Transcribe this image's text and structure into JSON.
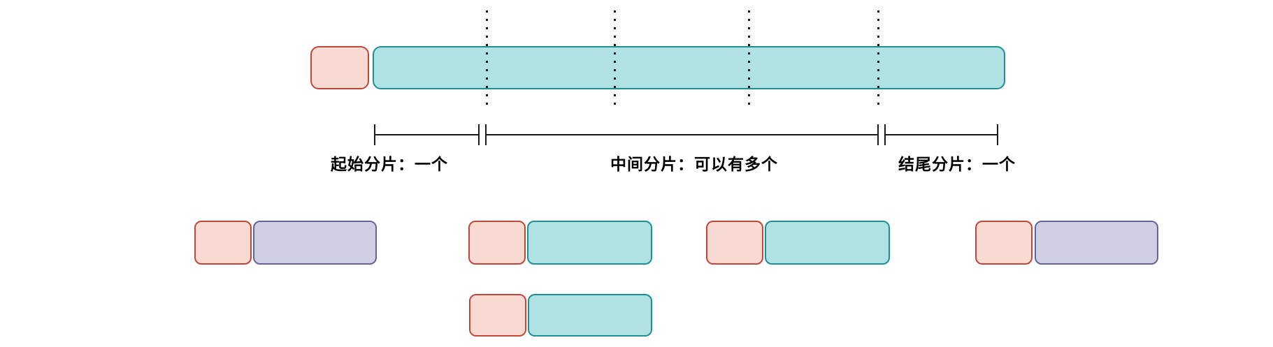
{
  "diagram": {
    "name": "packet-fragmentation-diagram",
    "sections": [
      {
        "id": "start-fragment",
        "label": "起始分片：一个"
      },
      {
        "id": "middle-fragment",
        "label": "中间分片：可以有多个"
      },
      {
        "id": "end-fragment",
        "label": "结尾分片：一个"
      }
    ],
    "original_packet": {
      "parts": [
        "header",
        "payload"
      ],
      "divider_count": 4
    },
    "fragment_pairs": [
      {
        "row": 1,
        "position": "first",
        "parts": [
          "header",
          "payload"
        ],
        "payload_style": "purple"
      },
      {
        "row": 1,
        "position": "middle",
        "parts": [
          "header",
          "payload"
        ],
        "payload_style": "teal"
      },
      {
        "row": 1,
        "position": "middle",
        "parts": [
          "header",
          "payload"
        ],
        "payload_style": "teal"
      },
      {
        "row": 1,
        "position": "last",
        "parts": [
          "header",
          "payload"
        ],
        "payload_style": "purple"
      },
      {
        "row": 2,
        "position": "middle",
        "parts": [
          "header",
          "payload"
        ],
        "payload_style": "teal"
      }
    ]
  },
  "colors": {
    "background": "#ffffff",
    "header-fill": "#f8dad3",
    "header-border": "#c2473b",
    "payload-fill": "#b0e2e3",
    "payload-border": "#1f8f96",
    "alt-fill": "#cfcee3",
    "alt-border": "#64649a",
    "line": "#1a1a1a",
    "text": "#000000"
  }
}
